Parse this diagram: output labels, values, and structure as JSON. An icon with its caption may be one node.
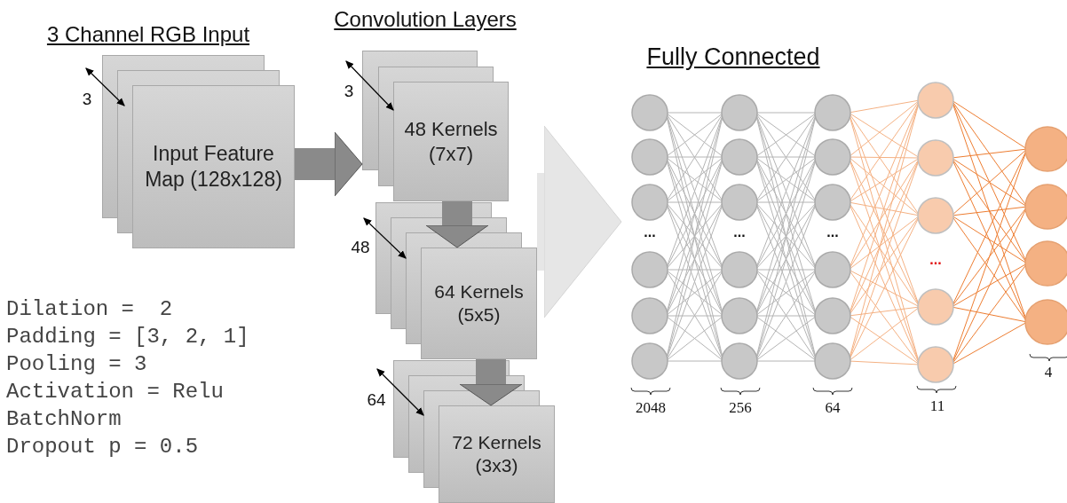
{
  "diagram": {
    "nodes": [
      {
        "text": [
          "Input Feature Map (128x128)"
        ]
      },
      {
        "text": [
          "48 Kernels (7x7)"
        ]
      },
      {
        "text": [
          "64 Kernels (5x5)"
        ]
      },
      {
        "text": [
          "72 Kernels (3x3)"
        ]
      },
      {
        "text": [],
        "shape": "picture"
      }
    ],
    "edges": [
      {
        "from": 0,
        "to": 1,
        "arrow": "to"
      },
      {
        "from": 1,
        "to": 2,
        "arrow": "to"
      },
      {
        "from": 2,
        "to": 3,
        "arrow": "to"
      },
      {
        "from": 2,
        "to": 4,
        "arrow": "to",
        "style": "thick",
        "color": "#e6e6e6"
      }
    ],
    "labels": [
      "3 Channel RGB Input",
      "3",
      "Convolution Layers",
      "3",
      "48",
      "64",
      "Fully Connected",
      "...",
      "...",
      "...",
      "...",
      "2048",
      "256",
      "64",
      "11",
      "4",
      "Dilation =  2",
      "Padding = [3, 2, 1]",
      "Pooling = 3",
      "Activation = Relu",
      "BatchNorm",
      "Dropout p = 0.5"
    ]
  }
}
